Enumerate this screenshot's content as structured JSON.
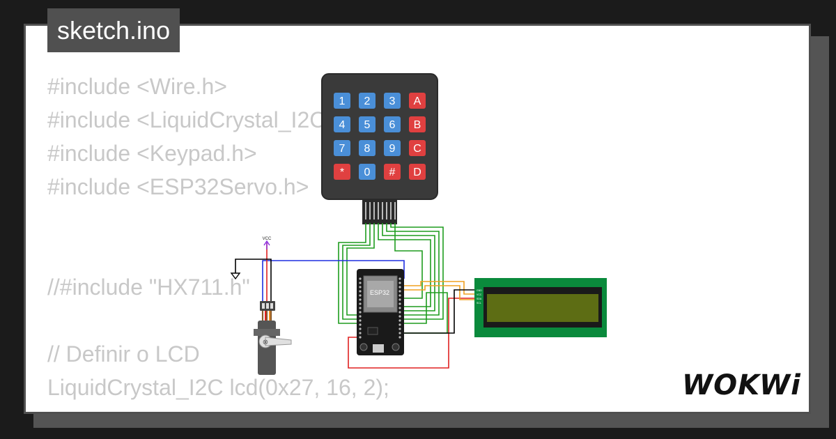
{
  "tab": {
    "filename": "sketch.ino"
  },
  "code_lines": [
    "#include <Wire.h>",
    "#include <LiquidCrystal_I2C.h>",
    "#include <Keypad.h>",
    "#include <ESP32Servo.h>",
    "",
    "",
    "//#include \"HX711.h\"",
    "",
    "// Definir o LCD",
    "LiquidCrystal_I2C lcd(0x27, 16, 2);"
  ],
  "keypad": {
    "keys": [
      [
        "1",
        "2",
        "3",
        "A"
      ],
      [
        "4",
        "5",
        "6",
        "B"
      ],
      [
        "7",
        "8",
        "9",
        "C"
      ],
      [
        "*",
        "0",
        "#",
        "D"
      ]
    ],
    "digit_color": "#4a8fd8",
    "letter_color": "#e04040"
  },
  "esp32": {
    "chip_label": "ESP32"
  },
  "servo": {
    "vcc_label": "VCC"
  },
  "lcd": {
    "pins": [
      "GND",
      "VCC",
      "SDA",
      "SCL"
    ],
    "screen_color": "#5d6d14",
    "board_color": "#0a8a3c"
  },
  "logo": {
    "text": "WOKWi"
  },
  "colors": {
    "wire_green": "#1e9c1e",
    "wire_blue": "#1e2ee0",
    "wire_red": "#e02020",
    "wire_orange": "#f09020",
    "wire_black": "#000000"
  }
}
